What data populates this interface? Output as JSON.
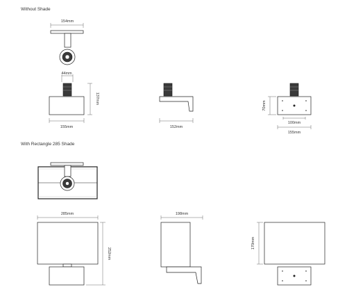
{
  "sections": {
    "without_shade": "Without Shade",
    "with_shade": "With Rectangle 285 Shade"
  },
  "dimensions": {
    "d154": "154mm",
    "d44": "44mm",
    "d137": "137mm",
    "d155a": "155mm",
    "d152": "152mm",
    "d70": "70mm",
    "d100": "100mm",
    "d155b": "155mm",
    "d285": "285mm",
    "d198": "198mm",
    "d252": "252mm",
    "d170": "170mm"
  },
  "colors": {
    "line": "#222222",
    "dark_fill": "#3a3a3a",
    "background": "#ffffff"
  }
}
